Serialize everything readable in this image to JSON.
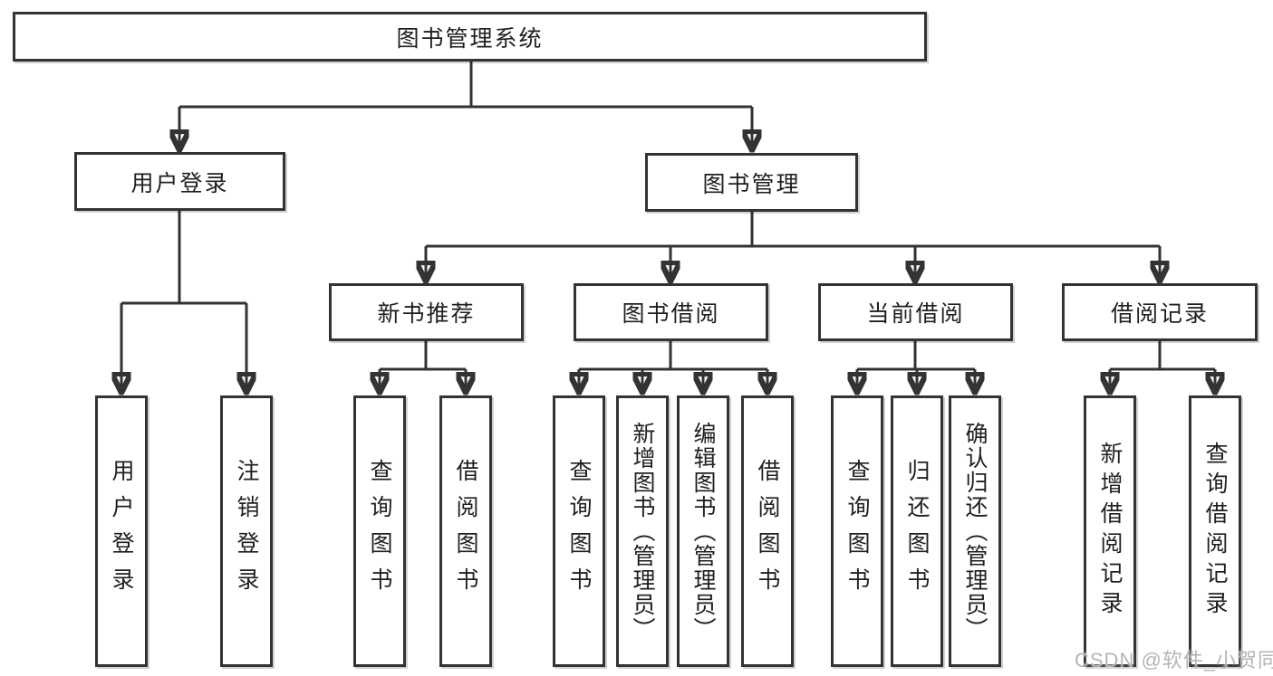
{
  "tree": {
    "label": "图书管理系统",
    "children": [
      {
        "label": "用户登录",
        "children": [
          {
            "label": "用户登录"
          },
          {
            "label": "注销登录"
          }
        ]
      },
      {
        "label": "图书管理",
        "children": [
          {
            "label": "新书推荐",
            "children": [
              {
                "label": "查询图书"
              },
              {
                "label": "借阅图书"
              }
            ]
          },
          {
            "label": "图书借阅",
            "children": [
              {
                "label": "查询图书"
              },
              {
                "label": "新增图书（管理员）"
              },
              {
                "label": "编辑图书（管理员）"
              },
              {
                "label": "借阅图书"
              }
            ]
          },
          {
            "label": "当前借阅",
            "children": [
              {
                "label": "查询图书"
              },
              {
                "label": "归还图书"
              },
              {
                "label": "确认归还（管理员）"
              }
            ]
          },
          {
            "label": "借阅记录",
            "children": [
              {
                "label": "新增借阅记录"
              },
              {
                "label": "查询借阅记录"
              }
            ]
          }
        ]
      }
    ]
  },
  "watermark": {
    "text": "CSDN @软件_小贺同学"
  },
  "colors": {
    "line": "#333333",
    "text": "#1f1f1f",
    "box_background": "#ffffff",
    "watermark": "#b5b5b5",
    "page_background": "#ffffff"
  }
}
